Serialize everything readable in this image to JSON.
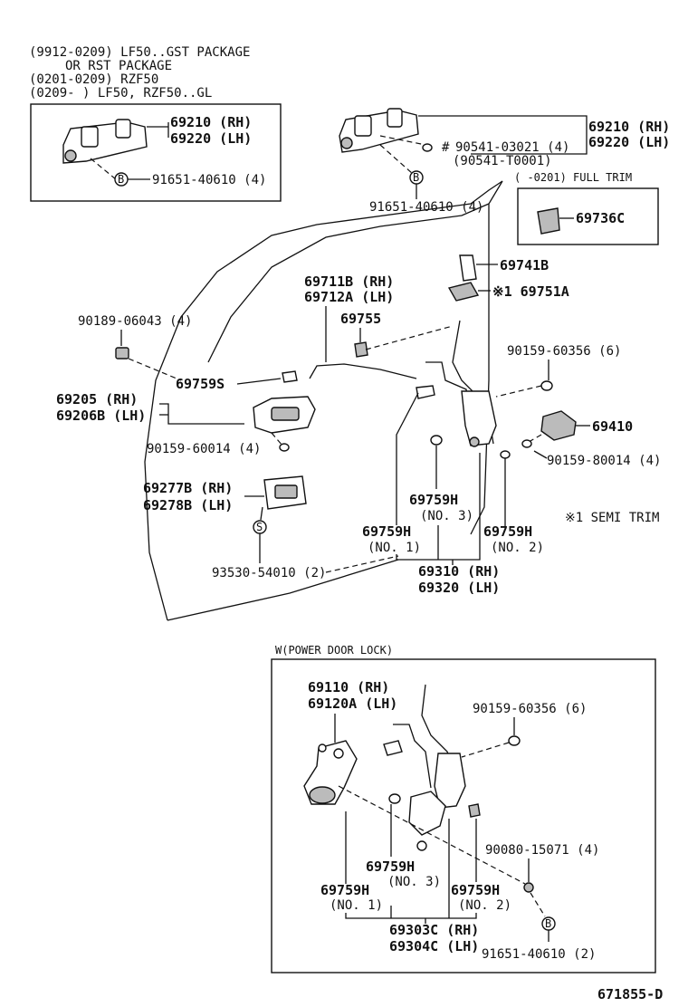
{
  "header": {
    "line1": "(9912-0209) LF50..GST PACKAGE",
    "line2": "OR RST PACKAGE",
    "line3": "(0201-0209) RZF50",
    "line4": "(0209-     ) LF50, RZF50..GL"
  },
  "parts": {
    "p69210": "69210 (RH)",
    "p69220": "69220 (LH)",
    "p91651_left": "91651-40610 (4)",
    "p69210_b": "69210 (RH)",
    "p69220_b": "69220 (LH)",
    "p90541_a": "90541-03021 (4)",
    "p90541_b": "(90541-T0001)",
    "p91651_mid": "91651-40610 (4)",
    "full_trim": "(    -0201) FULL TRIM",
    "p69736C": "69736C",
    "p69741B": "69741B",
    "p69751A": "※1 69751A",
    "p69711B": "69711B (RH)",
    "p69712A": "69712A (LH)",
    "p69755": "69755",
    "p90189": "90189-06043 (4)",
    "p69759S": "69759S",
    "p90159_60356": "90159-60356 (6)",
    "p69205": "69205  (RH)",
    "p69206B": "69206B (LH)",
    "p69410": "69410",
    "p90159_60014": "90159-60014 (4)",
    "p90159_80014": "90159-80014 (4)",
    "p69277B": "69277B (RH)",
    "p69278B": "69278B (LH)",
    "p69759H_3": "69759H",
    "p69759H_3n": "(NO. 3)",
    "semi_trim": "※1 SEMI TRIM",
    "p69759H_1": "69759H",
    "p69759H_1n": "(NO. 1)",
    "p69759H_2": "69759H",
    "p69759H_2n": "(NO. 2)",
    "p93530": "93530-54010 (2)",
    "p69310": "69310 (RH)",
    "p69320": "69320 (LH)",
    "marker_b": "B",
    "marker_s": "S",
    "hash": "#"
  },
  "power_lock": {
    "title": "W(POWER DOOR LOCK)",
    "p69110": "69110  (RH)",
    "p69120A": "69120A (LH)",
    "p90159_60356": "90159-60356 (6)",
    "p90080": "90080-15071 (4)",
    "p69759H_3": "69759H",
    "p69759H_3n": "(NO. 3)",
    "p69759H_1": "69759H",
    "p69759H_1n": "(NO. 1)",
    "p69759H_2": "69759H",
    "p69759H_2n": "(NO. 2)",
    "p69303C": "69303C (RH)",
    "p69304C": "69304C (LH)",
    "p91651": "91651-40610 (2)",
    "marker_b": "B"
  },
  "footer": {
    "code": "671855-D"
  }
}
